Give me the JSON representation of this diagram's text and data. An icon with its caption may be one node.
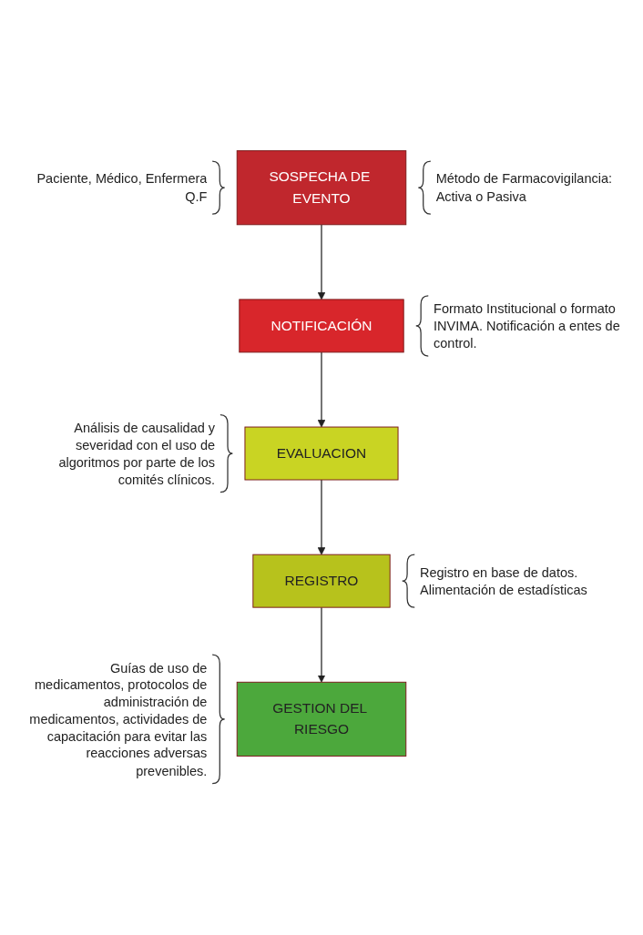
{
  "diagram": {
    "nodes": [
      {
        "text": [
          "SOSPECHA DE EVENTO"
        ],
        "beside": [
          "Paciente, Médico, Enfermera Q.F",
          "Método de Farmacovigilancia: Activa o Pasiva"
        ]
      },
      {
        "text": [
          "NOTIFICACIÓN"
        ],
        "beside": [
          "Formato Institucional o formato INVIMA. Notificación a entes de control."
        ]
      },
      {
        "text": [
          "EVALUACION"
        ],
        "beside": [
          "Análisis de causalidad y severidad con el uso de algoritmos por parte de los comités clínicos."
        ]
      },
      {
        "text": [
          "REGISTRO"
        ],
        "beside": [
          "Registro en base de datos. Alimentación de estadísticas"
        ]
      },
      {
        "text": [
          "GESTION DEL RIESGO"
        ],
        "beside": [
          "Guías de uso de medicamentos, protocolos de administración de medicamentos, actividades de capacitación para evitar las reacciones adversas prevenibles."
        ]
      }
    ],
    "edges": [
      {
        "from": 0,
        "to": 1,
        "arrow": "to"
      },
      {
        "from": 1,
        "to": 2,
        "arrow": "to"
      },
      {
        "from": 2,
        "to": 3,
        "arrow": "to"
      },
      {
        "from": 3,
        "to": 4,
        "arrow": "to"
      }
    ]
  }
}
